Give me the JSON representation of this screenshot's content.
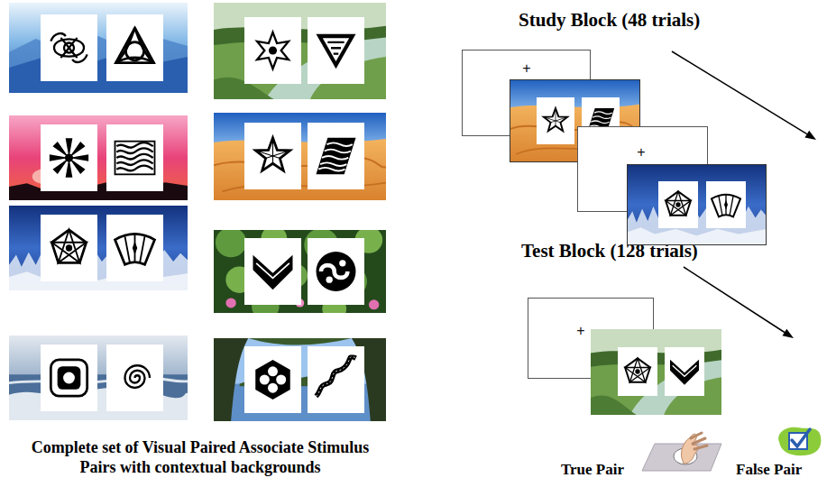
{
  "diagram": {
    "caption": "Complete set of Visual Paired Associate Stimulus Pairs with contextual backgrounds",
    "nodes": [
      {
        "text": [
          "+"
        ]
      },
      {
        "text": [
          "+"
        ]
      },
      {
        "text": [
          "+"
        ]
      }
    ],
    "edges": [],
    "labels": [
      "Study Block (48 trials)",
      "Test Block (128 trials)",
      "True Pair",
      "False Pair"
    ]
  }
}
